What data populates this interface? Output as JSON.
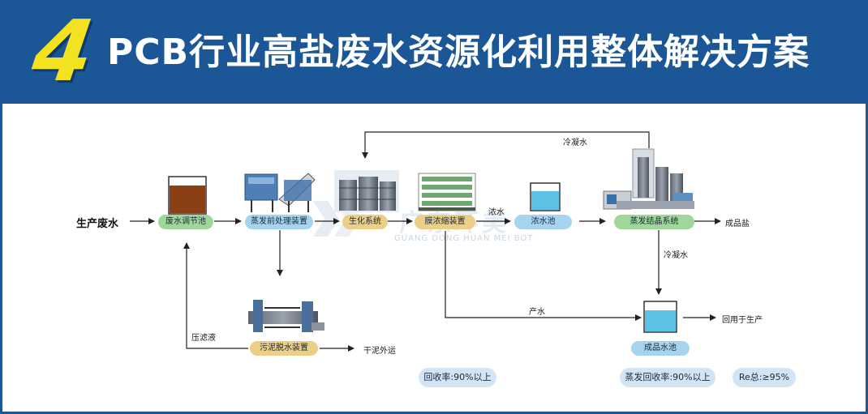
{
  "header": {
    "step_number": "4",
    "title": "PCB行业高盐废水资源化利用整体解决方案"
  },
  "source": "生产废水",
  "units": {
    "equalization_tank": "废水调节池",
    "pre_evaporation": "蒸发前处理装置",
    "bio_system": "生化系统",
    "membrane": "膜浓缩装置",
    "conc_tank": "浓水池",
    "evap_crystal": "蒸发结晶系统",
    "sludge_dewater": "污泥脱水装置",
    "product_tank": "成品水池"
  },
  "flow_labels": {
    "condensate_top": "冷凝水",
    "concentrate": "浓水",
    "product_salt": "成品盐",
    "condensate_right": "冷凝水",
    "produced_water": "产水",
    "reuse": "回用于生产",
    "filtrate": "压滤液",
    "dry_sludge": "干泥外运"
  },
  "stats": {
    "membrane_recovery": "回收率:90%以上",
    "evap_recovery": "蒸发回收率:90%以上",
    "total": "Re总:≥95%"
  },
  "watermark": {
    "cn": "广东环美",
    "en": "GUANG DONG HUAN MEI BOT"
  },
  "colors": {
    "header_blue": "#1b5797",
    "title_yellow": "#f3e21f",
    "pill_green": "#9fd79b",
    "pill_blue": "#a6d4ee",
    "pill_gold": "#ebcf87",
    "stat_bg": "#d3e5f5"
  }
}
